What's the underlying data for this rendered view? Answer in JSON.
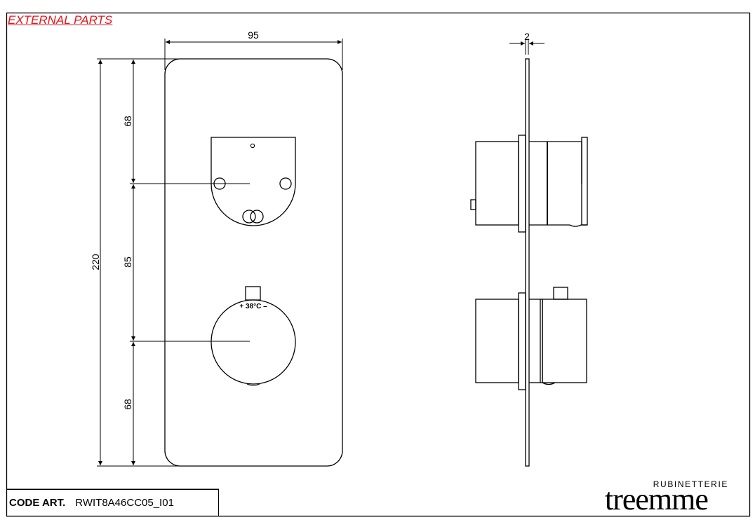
{
  "header": {
    "section_title": "EXTERNAL PARTS"
  },
  "front_view": {
    "width_dim": "95",
    "overall_height_dim": "220",
    "top_offset_dim": "68",
    "center_spacing_dim": "85",
    "bottom_offset_dim": "68",
    "thermostat_marking": "+ 38°C –"
  },
  "side_view": {
    "plate_thickness_dim": "2"
  },
  "title_block": {
    "code_label": "CODE ART.",
    "code_value": "RWIT8A46CC05_I01"
  },
  "brand": {
    "subtitle": "RUBINETTERIE",
    "name": "treemme"
  },
  "colors": {
    "title_red": "#e8141b",
    "line": "#000000",
    "background": "#ffffff"
  }
}
